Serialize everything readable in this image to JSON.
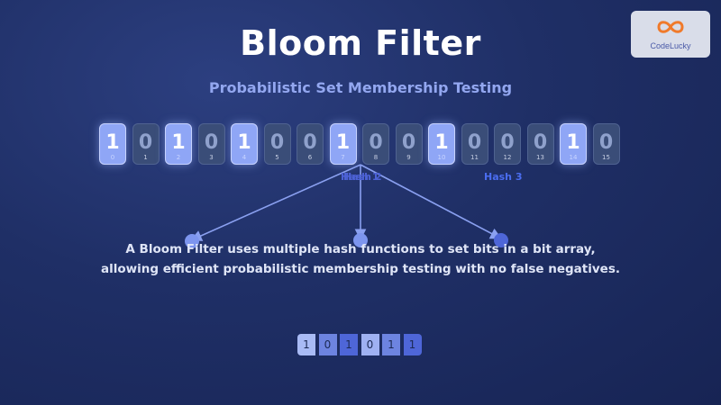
{
  "title": "Bloom Filter",
  "subtitle": "Probabilistic Set Membership Testing",
  "logo": {
    "text": "CodeLucky"
  },
  "bit_array": [
    {
      "value": "1",
      "index": "0",
      "state": "on"
    },
    {
      "value": "0",
      "index": "1",
      "state": "off"
    },
    {
      "value": "1",
      "index": "2",
      "state": "on"
    },
    {
      "value": "0",
      "index": "3",
      "state": "off"
    },
    {
      "value": "1",
      "index": "4",
      "state": "on"
    },
    {
      "value": "0",
      "index": "5",
      "state": "off"
    },
    {
      "value": "0",
      "index": "6",
      "state": "off"
    },
    {
      "value": "1",
      "index": "7",
      "state": "on"
    },
    {
      "value": "0",
      "index": "8",
      "state": "off"
    },
    {
      "value": "0",
      "index": "9",
      "state": "off"
    },
    {
      "value": "1",
      "index": "10",
      "state": "on"
    },
    {
      "value": "0",
      "index": "11",
      "state": "off"
    },
    {
      "value": "0",
      "index": "12",
      "state": "off"
    },
    {
      "value": "0",
      "index": "13",
      "state": "off"
    },
    {
      "value": "1",
      "index": "14",
      "state": "on"
    },
    {
      "value": "0",
      "index": "15",
      "state": "off"
    }
  ],
  "hash_labels": [
    "Hash 1",
    "Hash 2",
    "Hash 3"
  ],
  "description": {
    "line1": "A Bloom Filter uses multiple hash functions to set bits in a bit array,",
    "line2": "allowing efficient probabilistic membership testing with no false negatives."
  },
  "small_array": [
    {
      "value": "1",
      "color": "#a9bbf5"
    },
    {
      "value": "0",
      "color": "#6d84e0"
    },
    {
      "value": "1",
      "color": "#4e66d8"
    },
    {
      "value": "0",
      "color": "#9fb1f2"
    },
    {
      "value": "1",
      "color": "#6d84e0"
    },
    {
      "value": "1",
      "color": "#4e66d8"
    }
  ],
  "colors": {
    "accent": "#8fa6f6",
    "arrow": "#8aa0f0",
    "hash_label_strong": "#4d62d6",
    "hash_label_blue": "#4b6df0"
  }
}
